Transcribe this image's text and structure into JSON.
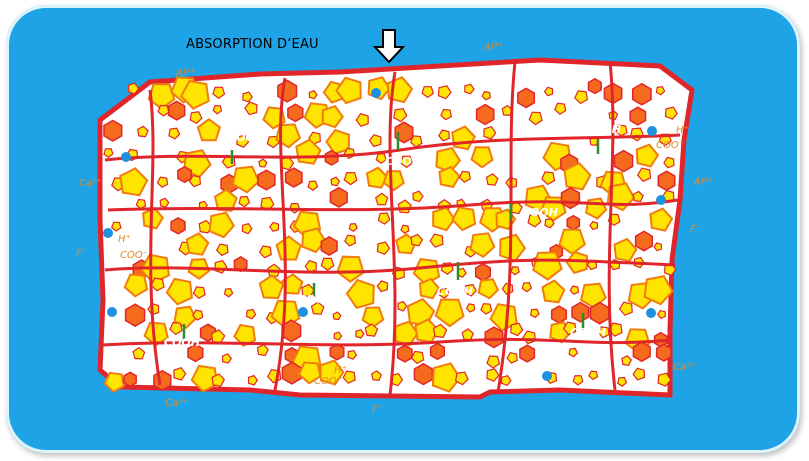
{
  "title": "ABSORPTION D’EAU",
  "labels": {
    "al": "Al³⁺",
    "ca": "Ca²⁺",
    "f": "F⁻",
    "h": "H⁺",
    "coo": "COO⁻",
    "cooh": "COOH"
  },
  "colors": {
    "background": "#1ea3e6",
    "matrix_line": "#e0262a",
    "particle_fill": "#ffe400",
    "particle_stroke": "#f07c12",
    "particle_dark": "#f56a1c",
    "cell_fill": "#ffffff",
    "ion_dot": "#1e90e0",
    "cooh_label": "#2e8b2e",
    "ion_label": "#e08a2a"
  },
  "icons": [
    "down-arrow-icon"
  ]
}
